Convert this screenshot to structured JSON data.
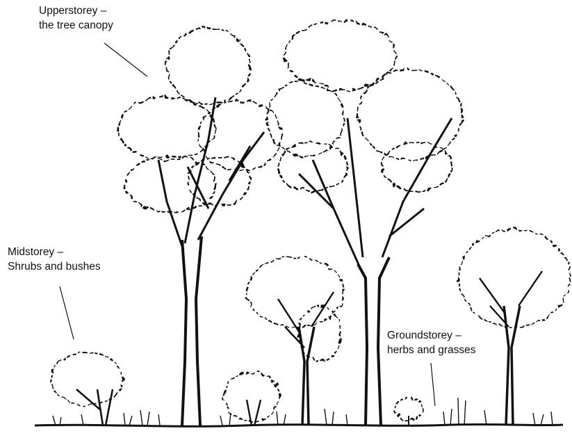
{
  "labels": {
    "upperstorey": {
      "line1": "Upperstorey –",
      "line2": "the tree canopy"
    },
    "midstorey": {
      "line1": "Midstorey –",
      "line2": "Shrubs and bushes"
    },
    "groundstorey": {
      "line1": "Groundstorey –",
      "line2": "herbs and grasses"
    }
  },
  "colors": {
    "ink": "#111111",
    "paper": "#ffffff"
  }
}
